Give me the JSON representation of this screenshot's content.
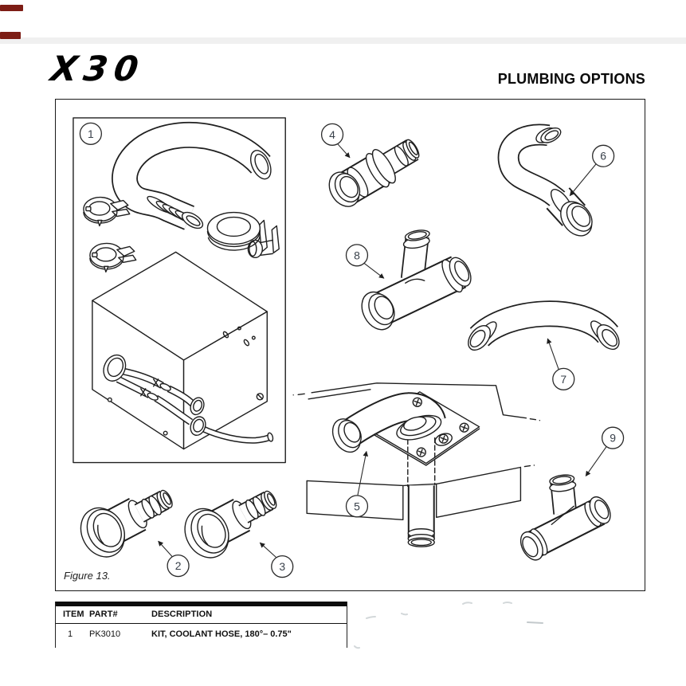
{
  "page": {
    "logo": "X30",
    "title": "PLUMBING OPTIONS"
  },
  "figure": {
    "caption": "Figure 13.",
    "callouts": [
      {
        "number": "1"
      },
      {
        "number": "2"
      },
      {
        "number": "3"
      },
      {
        "number": "4"
      },
      {
        "number": "5"
      },
      {
        "number": "6"
      },
      {
        "number": "7"
      },
      {
        "number": "8"
      },
      {
        "number": "9"
      }
    ]
  },
  "parts_table": {
    "headers": [
      "ITEM",
      "PART#",
      "DESCRIPTION"
    ],
    "rows": [
      {
        "item": "1",
        "part_number": "PK3010",
        "description": "KIT, COOLANT HOSE, 180°– 0.75\""
      }
    ]
  },
  "colors": {
    "line_art": "#1f1f1f",
    "top_band": "#f0f0f0",
    "scan_mark_red": "#7d1d15"
  }
}
